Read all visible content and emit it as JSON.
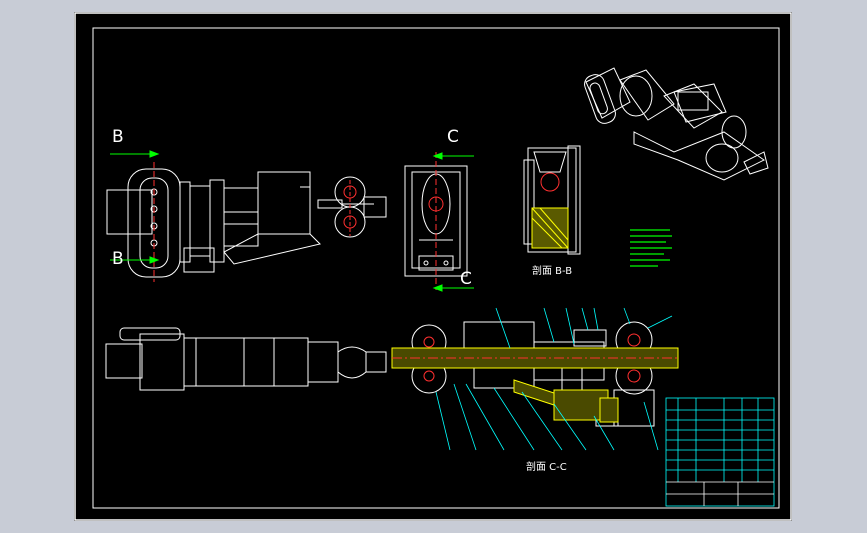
{
  "drawing": {
    "views": {
      "front": {
        "section_marks": [
          "B",
          "B"
        ]
      },
      "side": {
        "section_marks": [
          "C",
          "C"
        ]
      },
      "section_bb": {
        "caption": "剖面 B-B"
      },
      "section_cc": {
        "caption": "剖面 C-C"
      }
    },
    "colors": {
      "background": "#000000",
      "frame": "#ffffff",
      "body": "#ffffff",
      "section_hatch": "#ffff00",
      "centerline": "#ff3030",
      "leaders": "#00ffff",
      "arrows": "#00ff00",
      "notes": "#00ff00",
      "title_block": "#00ffff"
    },
    "icons": [
      "isometric-assembly",
      "section-arrow",
      "balloon-leader"
    ]
  }
}
